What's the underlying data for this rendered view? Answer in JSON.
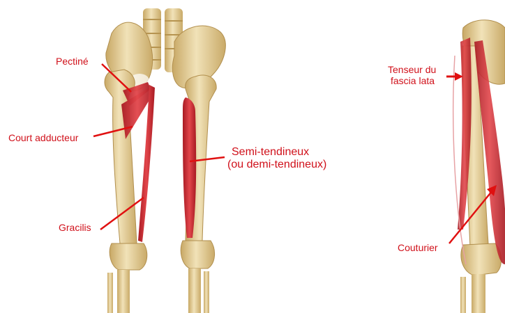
{
  "colors": {
    "bone": "#e9d6a6",
    "bone_shade": "#c9ab6a",
    "muscle": "#d8313a",
    "muscle_dark": "#a81a22",
    "label": "#d0101a",
    "arrow": "#e01010"
  },
  "labels": {
    "pectine": "Pectiné",
    "court_adducteur": "Court adducteur",
    "gracilis": "Gracilis",
    "semi_tendineux_1": "Semi-tendineux",
    "semi_tendineux_2": "(ou demi-tendineux)",
    "tenseur_1": "Tenseur du",
    "tenseur_2": "fascia lata",
    "couturier": "Couturier"
  }
}
